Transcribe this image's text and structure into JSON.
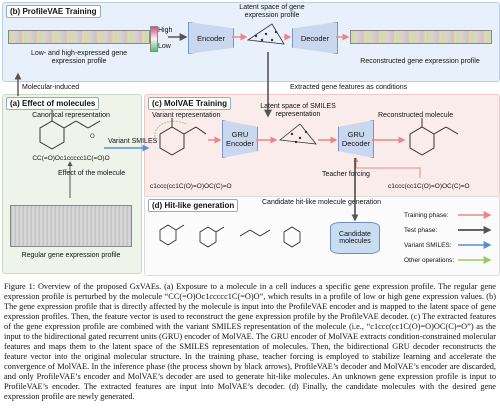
{
  "panel_b": {
    "header": "(b) ProfileVAE Training",
    "input_label": "Low- and high-expressed gene expression profile",
    "high_label": "High",
    "low_label": "Low",
    "latent_label": "Latent space of gene expression profile",
    "encoder": "Encoder",
    "decoder": "Decoder",
    "output_label": "Reconstructed gene expression profile"
  },
  "molecular_induced": "Molecular-induced",
  "extracted_features": "Extracted gene features as conditions",
  "panel_a": {
    "header": "(a) Effect of molecules",
    "canonical": "Canonical representation",
    "smiles": "CC(=O)Oc1ccccc1C(=O)O",
    "effect": "Effect of the molecule",
    "regular": "Regular gene expression profile"
  },
  "variant_smiles": "Variant SMILES",
  "panel_c": {
    "header": "(c) MolVAE Training",
    "variant_rep": "Variant representation",
    "gru_encoder": "GRU Encoder",
    "latent_smiles": "Latent space of SMILES representation",
    "gru_decoder": "GRU Decoder",
    "reconstructed": "Reconstructed molecule",
    "smiles_in": "c1ccc(cc1C(O)=O)OC(C)=O",
    "smiles_out": "c1ccc(cc1C(O)=O)OC(C)=O",
    "teacher": "Teacher forcing"
  },
  "panel_d": {
    "header": "(d) Hit-like generation",
    "candidate_gen": "Candidate hit-like molecule generation",
    "candidates": "Candidate molecules"
  },
  "legend": {
    "training": "Training phase:",
    "test": "Test phase:",
    "variant": "Variant SMILES:",
    "other": "Other operations:",
    "colors": {
      "training": "#e88787",
      "test": "#333333",
      "variant": "#5a8fd8",
      "other": "#9acb6a"
    }
  },
  "caption": "Figure 1: Overview of the proposed GxVAEs. (a) Exposure to a molecule in a cell induces a specific gene expression profile. The regular gene expression profile is perturbed by the molecule “CC(=O)Oc1ccccc1C(=O)O”, which results in a profile of low or high gene expression values. (b) The gene expression profile that is directly affected by the molecule is input into the ProfileVAE encoder and is mapped to the latent space of gene expression profiles. Then, the feature vector is used to reconstruct the gene expression profile by the ProfileVAE decoder. (c) The extracted features of the gene expression profile are combined with the variant SMILES representation of the molecule (i.e., “c1ccc(cc1C(O)=O)OC(C)=O”) as the input to the bidirectional gated recurrent units (GRU) encoder of MolVAE. The GRU encoder of MolVAE extracts condition-constrained molecular features and maps them to the latent space of the SMILES representation of molecules. Then, the bidirectional GRU decoder reconstructs the feature vector into the original molecular structure. In the training phase, teacher forcing is employed to stabilize learning and accelerate the convergence of MolVAE. In the inference phase (the process shown by black arrows), ProfileVAE’s decoder and MolVAE’s encoder are discarded, and only ProfileVAE’s encoder and MolVAE’s decoder are used to generate hit-like molecules. An unknown gene expression profile is input to ProfileVAE’s encoder. The extracted features are input into MolVAE’s decoder. (d) Finally, the candidate molecules with the desired gene expression profile are newly generated."
}
